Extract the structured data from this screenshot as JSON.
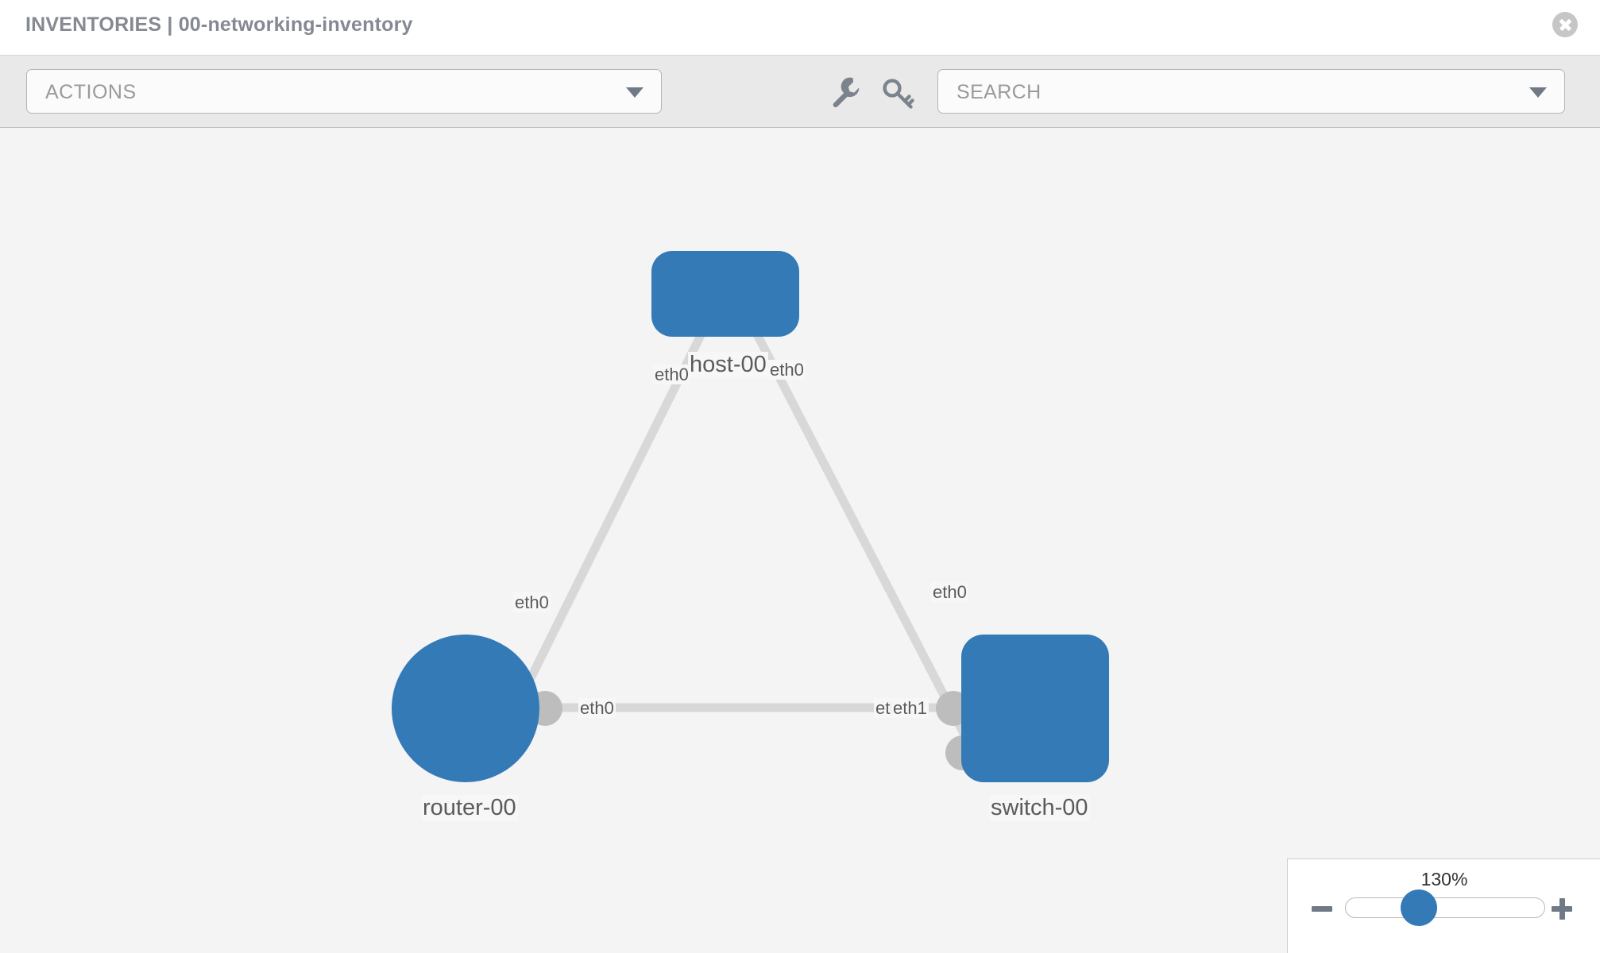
{
  "header": {
    "title": "INVENTORIES | 00-networking-inventory",
    "close_icon": "close-icon"
  },
  "toolbar": {
    "actions_label": "ACTIONS",
    "actions_caret_icon": "chevron-down-icon",
    "wrench_icon": "wrench-icon",
    "key_icon": "key-icon",
    "search_placeholder": "SEARCH",
    "search_value": "",
    "search_caret_icon": "chevron-down-icon"
  },
  "topology": {
    "nodes": [
      {
        "id": "host-00",
        "label": "host-00",
        "type": "host",
        "icon": "server-icon",
        "color": "#337ab7"
      },
      {
        "id": "router-00",
        "label": "router-00",
        "type": "router",
        "icon": "router-arrows-icon",
        "color": "#337ab7"
      },
      {
        "id": "switch-00",
        "label": "switch-00",
        "type": "switch",
        "icon": "switch-arrows-icon",
        "color": "#337ab7"
      }
    ],
    "interface_labels": {
      "host_left": "eth0",
      "host_right": "eth0",
      "router_up": "eth0",
      "router_right": "eth0",
      "switch_up": "eth0",
      "switch_left_a": "eth",
      "switch_left_b": "eth1"
    },
    "links": [
      {
        "from": "router-00",
        "to": "host-00",
        "from_iface": "eth0",
        "to_iface": "eth0"
      },
      {
        "from": "host-00",
        "to": "switch-00",
        "from_iface": "eth0",
        "to_iface": "eth0"
      },
      {
        "from": "router-00",
        "to": "switch-00",
        "from_iface": "eth0",
        "to_iface": "eth1"
      }
    ],
    "link_color": "#d8d8d8",
    "nub_color": "#bdbdbd"
  },
  "zoom_control": {
    "value_label": "130%",
    "minus_icon": "minus-icon",
    "plus_icon": "plus-icon",
    "slider_name": "zoom-slider"
  }
}
